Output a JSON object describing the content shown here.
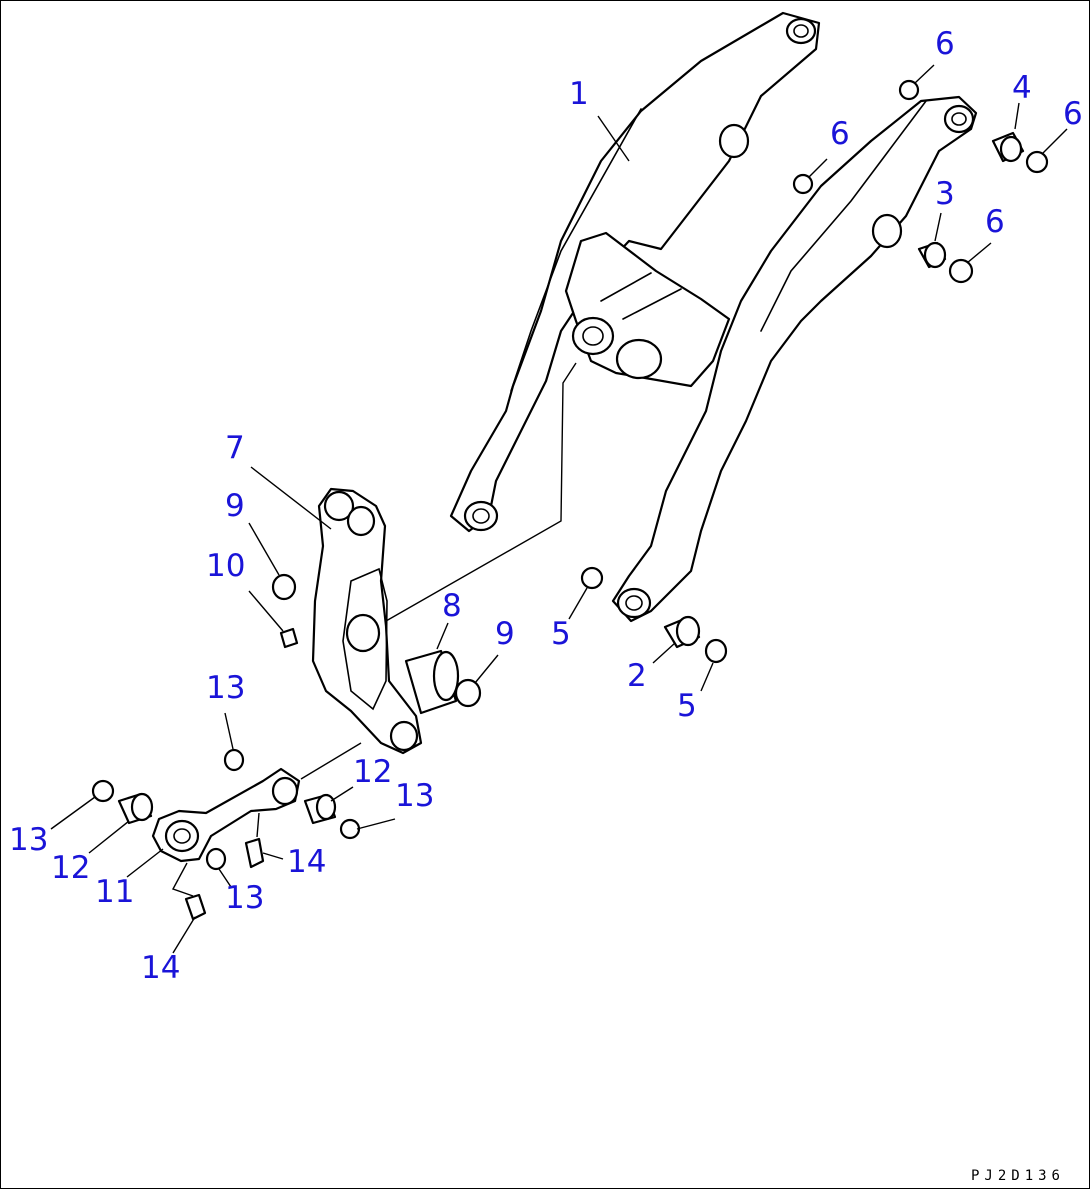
{
  "colors": {
    "callout_text": "#1a14d8",
    "line": "#000000",
    "background": "#ffffff"
  },
  "callouts": [
    {
      "key": "c1",
      "text": "1"
    },
    {
      "key": "c6a",
      "text": "6"
    },
    {
      "key": "c6b",
      "text": "6"
    },
    {
      "key": "c4",
      "text": "4"
    },
    {
      "key": "c6c",
      "text": "6"
    },
    {
      "key": "c3",
      "text": "3"
    },
    {
      "key": "c6d",
      "text": "6"
    },
    {
      "key": "c7",
      "text": "7"
    },
    {
      "key": "c9a",
      "text": "9"
    },
    {
      "key": "c10",
      "text": "10"
    },
    {
      "key": "c8",
      "text": "8"
    },
    {
      "key": "c9b",
      "text": "9"
    },
    {
      "key": "c5a",
      "text": "5"
    },
    {
      "key": "c2",
      "text": "2"
    },
    {
      "key": "c5b",
      "text": "5"
    },
    {
      "key": "c13a",
      "text": "13"
    },
    {
      "key": "c12a",
      "text": "12"
    },
    {
      "key": "c13b",
      "text": "13"
    },
    {
      "key": "c13c",
      "text": "13"
    },
    {
      "key": "c12b",
      "text": "12"
    },
    {
      "key": "c11",
      "text": "11"
    },
    {
      "key": "c14a",
      "text": "14"
    },
    {
      "key": "c13d",
      "text": "13"
    },
    {
      "key": "c14b",
      "text": "14"
    }
  ],
  "drawing_code": "PJ2D136"
}
